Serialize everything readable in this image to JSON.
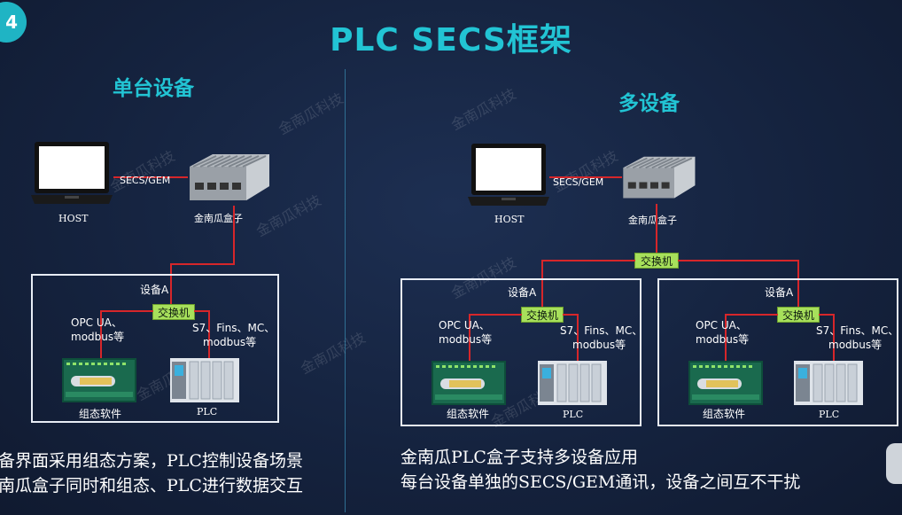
{
  "page_number": "4",
  "title": "PLC SECS框架",
  "left": {
    "heading": "单台设备",
    "host_label": "HOST",
    "protocol_label": "SECS/GEM",
    "box_label": "金南瓜盒子",
    "device_label": "设备A",
    "switch_label": "交换机",
    "opc_label_1": "OPC UA、",
    "opc_label_2": "modbus等",
    "s7_label_1": "S7、Fins、MC、",
    "s7_label_2": "modbus等",
    "hmi_label": "组态软件",
    "plc_label": "PLC"
  },
  "right": {
    "heading": "多设备",
    "host_label": "HOST",
    "protocol_label": "SECS/GEM",
    "box_label": "金南瓜盒子",
    "top_switch_label": "交换机",
    "devices": [
      {
        "device_label": "设备A",
        "switch_label": "交换机",
        "opc_label_1": "OPC UA、",
        "opc_label_2": "modbus等",
        "s7_label_1": "S7、Fins、MC、",
        "s7_label_2": "modbus等",
        "hmi_label": "组态软件",
        "plc_label": "PLC"
      },
      {
        "device_label": "设备A",
        "switch_label": "交换机",
        "opc_label_1": "OPC UA、",
        "opc_label_2": "modbus等",
        "s7_label_1": "S7、Fins、MC、",
        "s7_label_2": "modbus等",
        "hmi_label": "组态软件",
        "plc_label": "PLC"
      }
    ]
  },
  "bottom_left": {
    "line1": "备界面采用组态方案，PLC控制设备场景",
    "line2": "南瓜盒子同时和组态、PLC进行数据交互"
  },
  "bottom_right": {
    "line1": "金南瓜PLC盒子支持多设备应用",
    "line2": "每台设备单独的SECS/GEM通讯，设备之间互不干扰"
  },
  "watermark": "金南瓜科技",
  "colors": {
    "accent": "#22c4d4",
    "line": "#d6262a",
    "switch": "#a7e05b",
    "background": "#15233f"
  }
}
